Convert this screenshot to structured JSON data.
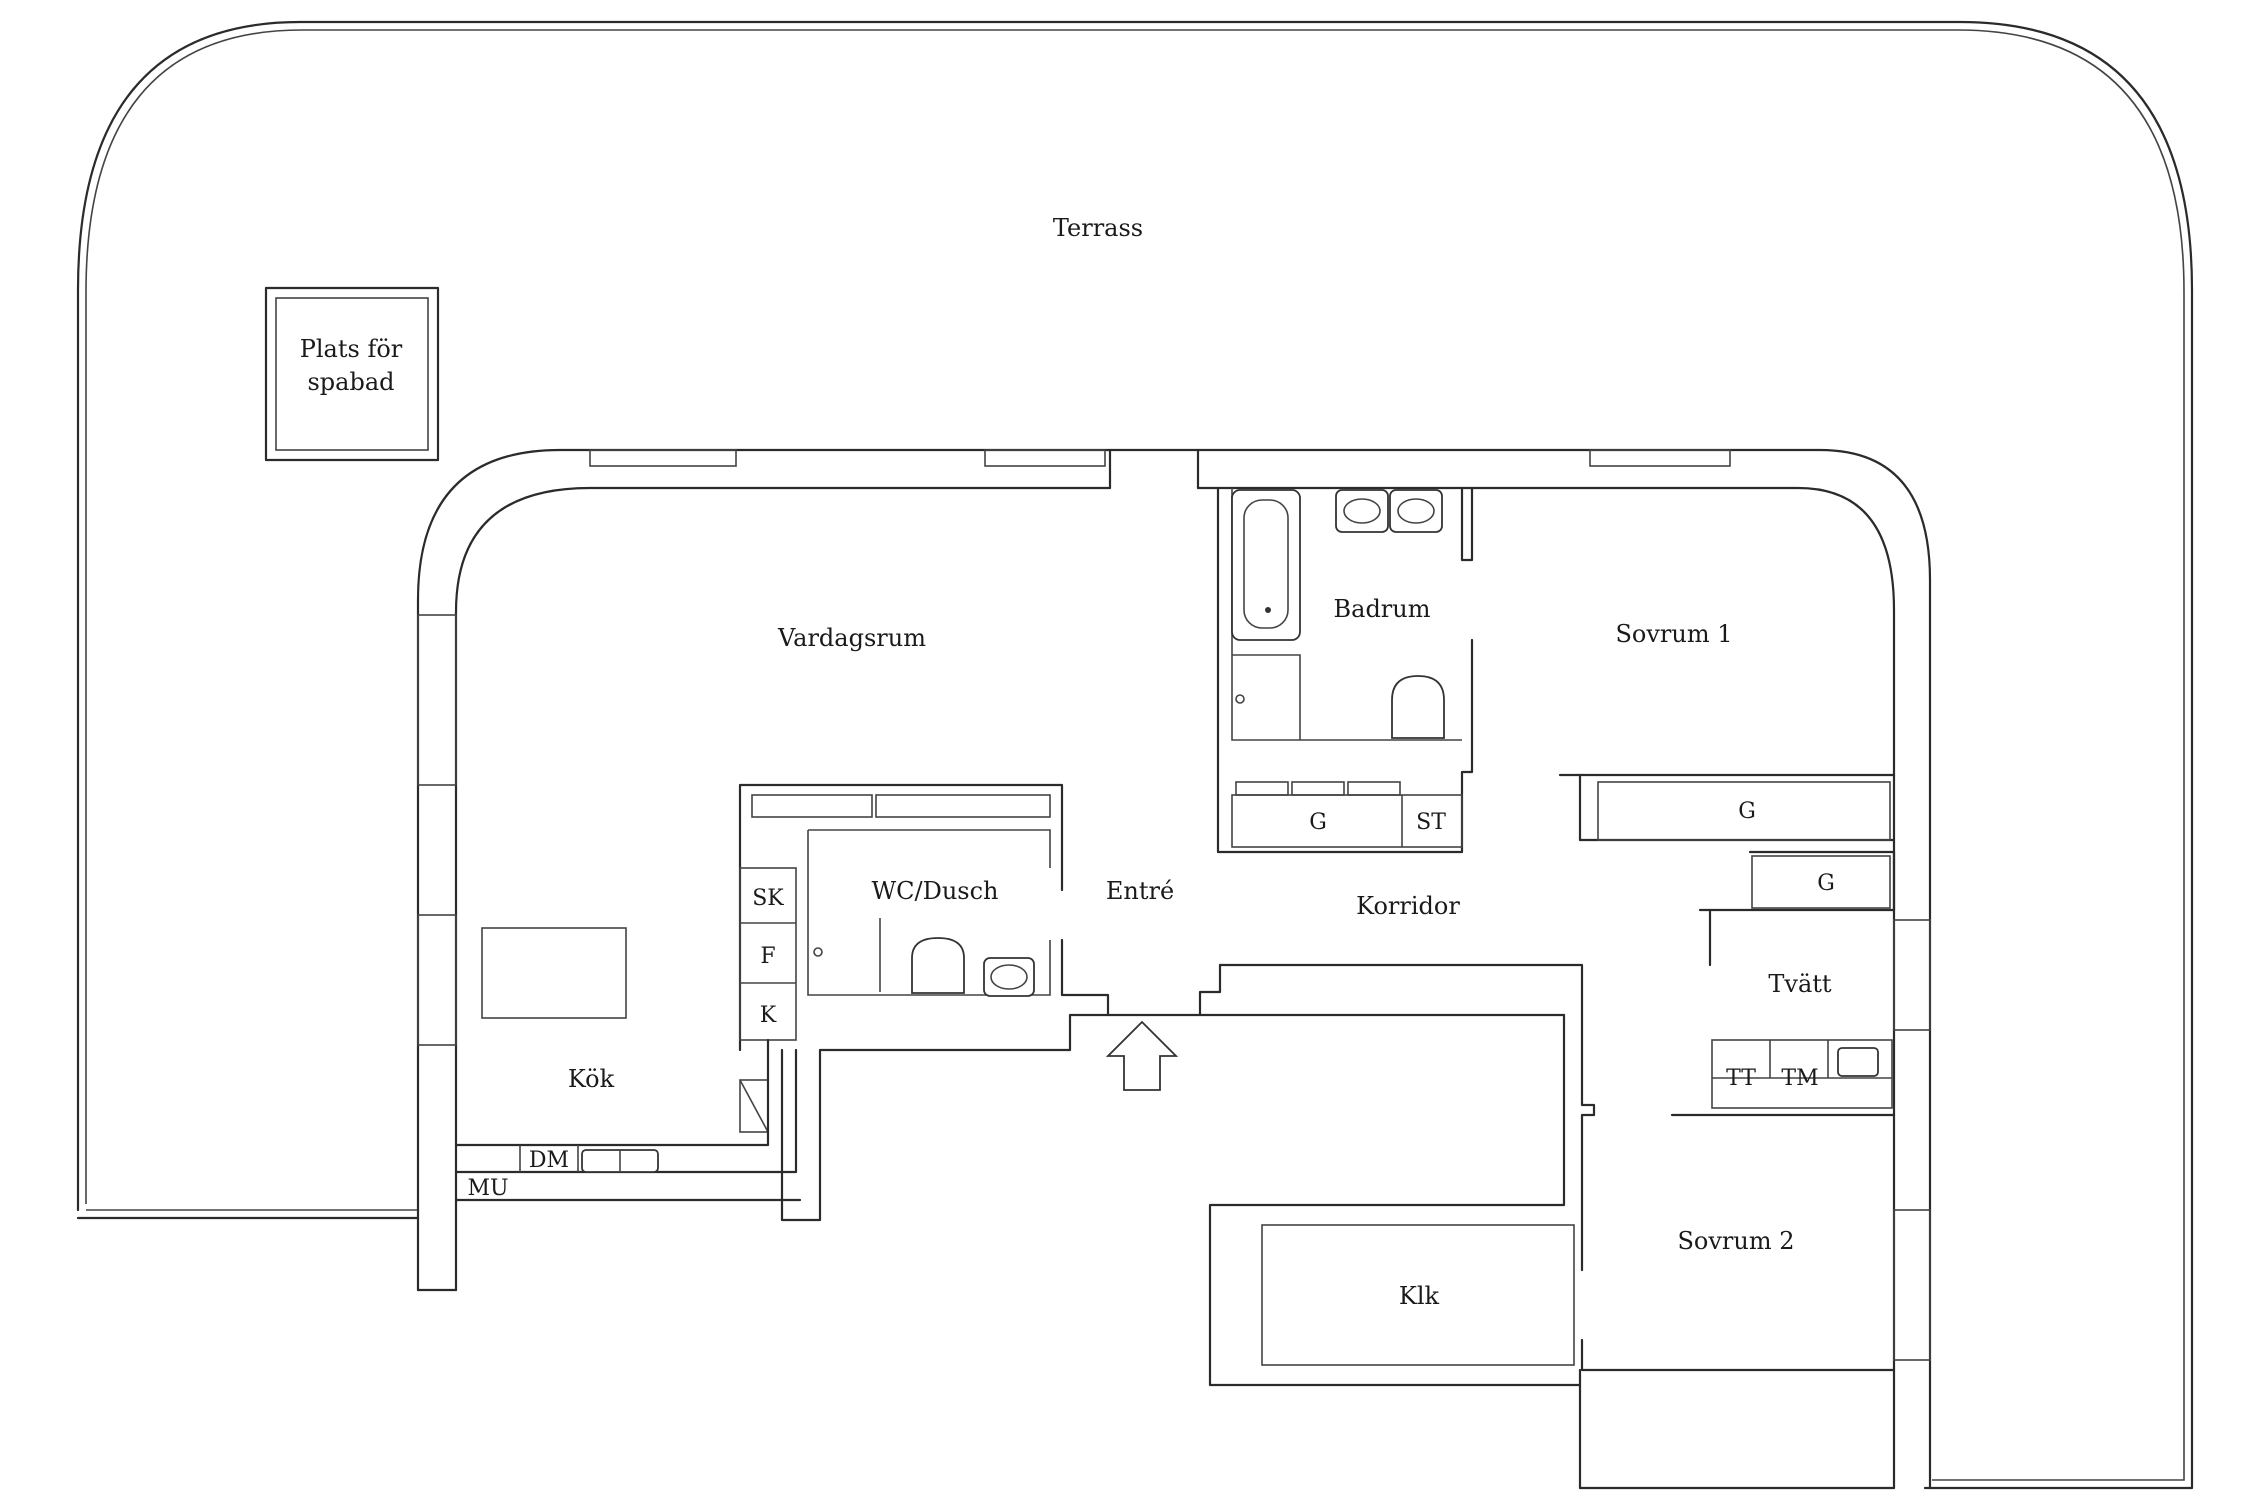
{
  "rooms": {
    "terrace": "Terrass",
    "spa_line1": "Plats för",
    "spa_line2": "spabad",
    "living": "Vardagsrum",
    "bathroom": "Badrum",
    "bedroom1": "Sovrum 1",
    "wc_shower": "WC/Dusch",
    "entrance": "Entré",
    "corridor": "Korridor",
    "laundry": "Tvätt",
    "kitchen": "Kök",
    "bedroom2": "Sovrum 2",
    "closet": "Klk"
  },
  "fixtures": {
    "wardrobe": "G",
    "cleaning_cabinet": "ST",
    "broom_cupboard": "SK",
    "freezer": "F",
    "fridge": "K",
    "dishwasher": "DM",
    "microwave": "MU",
    "dryer": "TT",
    "washer": "TM"
  }
}
